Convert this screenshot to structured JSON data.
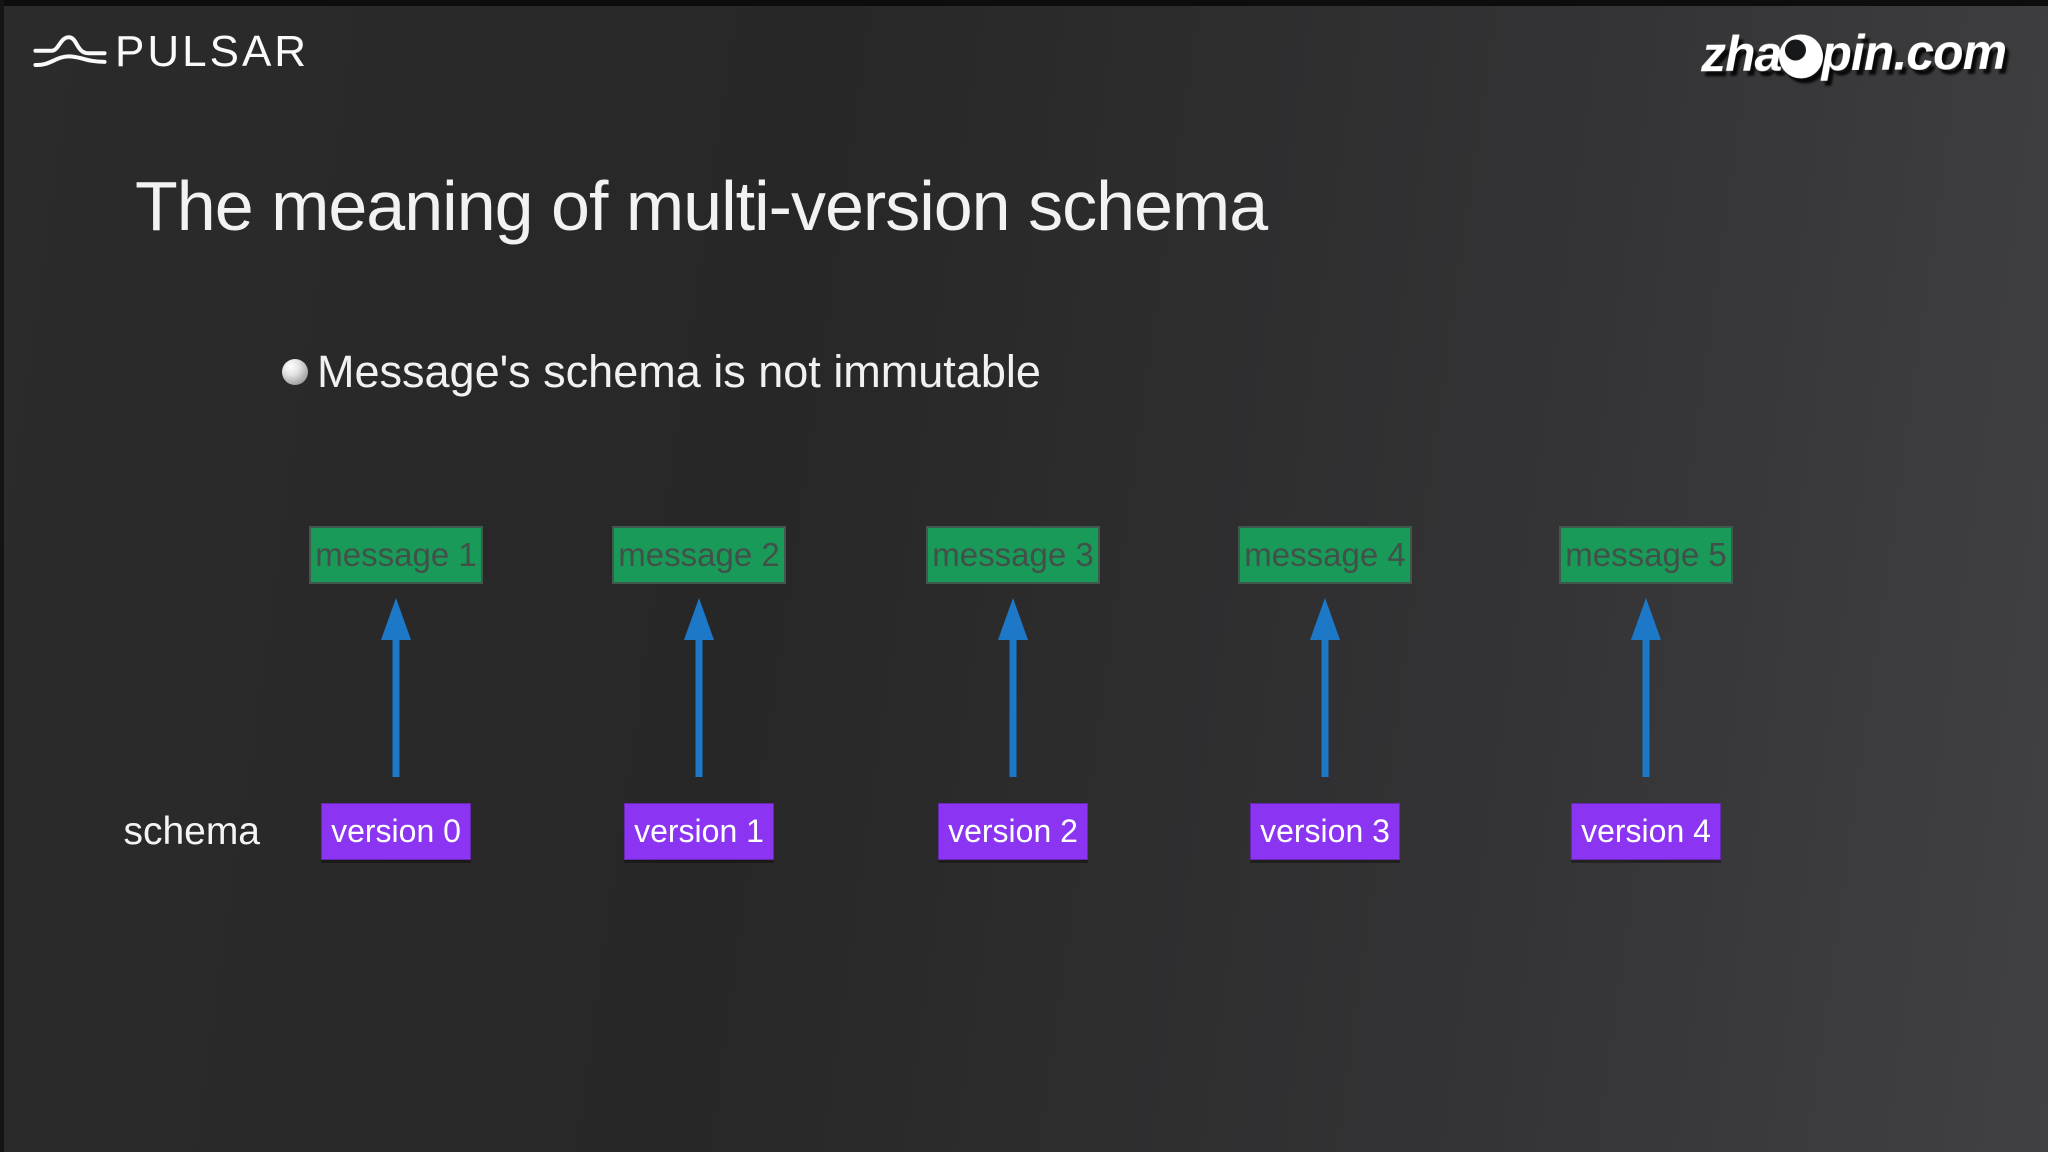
{
  "header": {
    "pulsar_wordmark": "PULSAR",
    "zhaopin_logo": {
      "pre": "zha",
      "post": "pin.com"
    }
  },
  "slide": {
    "title": "The meaning of multi-version schema",
    "bullet": "Message's schema is not immutable",
    "schema_label": "schema"
  },
  "diagram": {
    "columns": [
      {
        "message": "message 1",
        "version": "version 0"
      },
      {
        "message": "message 2",
        "version": "version 1"
      },
      {
        "message": "message 3",
        "version": "version 2"
      },
      {
        "message": "message 4",
        "version": "version 3"
      },
      {
        "message": "message 5",
        "version": "version 4"
      }
    ]
  },
  "colors": {
    "message_box": "#1a9a58",
    "version_box": "#8b35f2",
    "arrow": "#1e78c8",
    "background_left": "#272727",
    "background_right": "#414144"
  }
}
